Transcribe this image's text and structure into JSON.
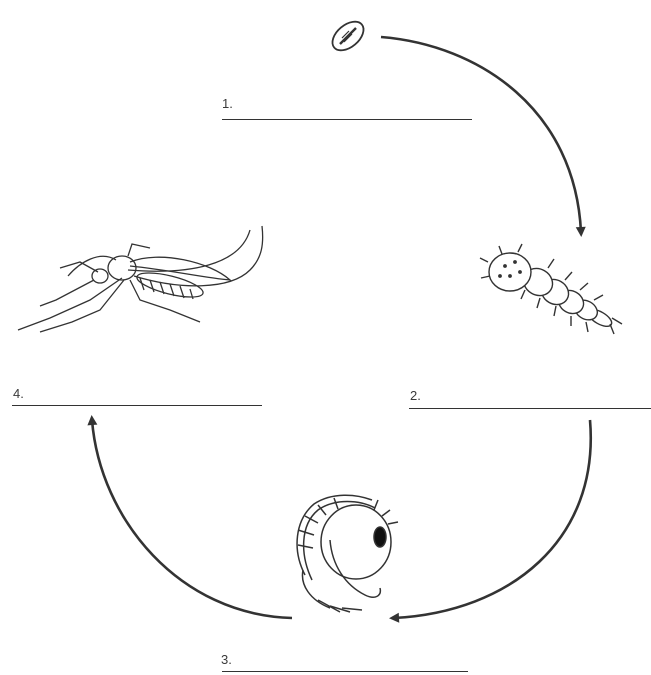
{
  "worksheet": {
    "stages": [
      {
        "number": "1.",
        "icon": "egg-icon"
      },
      {
        "number": "2.",
        "icon": "larva-icon"
      },
      {
        "number": "3.",
        "icon": "pupa-icon"
      },
      {
        "number": "4.",
        "icon": "adult-mosquito-icon"
      }
    ]
  },
  "style": {
    "ink": "#333333",
    "background": "#ffffff"
  }
}
